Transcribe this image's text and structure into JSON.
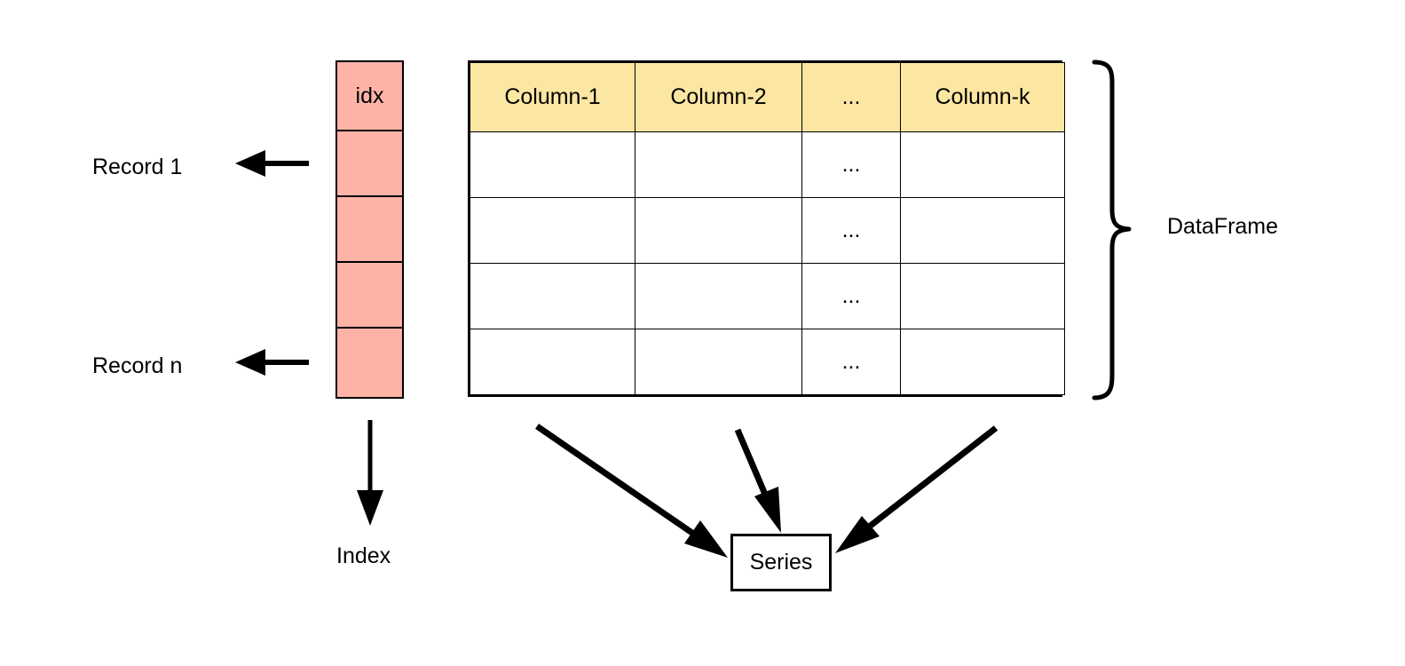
{
  "diagram": {
    "title_concepts": [
      "DataFrame",
      "Series",
      "Index"
    ],
    "index_column": {
      "header": "idx",
      "cells": [
        "",
        "",
        "",
        ""
      ],
      "fill_color": "#ffb3a7",
      "border_color": "#000000"
    },
    "table": {
      "headers": [
        "Column-1",
        "Column-2",
        "...",
        "Column-k"
      ],
      "header_fill": "#fbe6a2",
      "body_rows": [
        [
          "",
          "",
          "...",
          ""
        ],
        [
          "",
          "",
          "...",
          ""
        ],
        [
          "",
          "",
          "...",
          ""
        ],
        [
          "",
          "",
          "...",
          ""
        ]
      ],
      "border_color": "#000000",
      "body_fill": "#ffffff"
    },
    "labels": {
      "record_first": "Record 1",
      "record_last": "Record n",
      "index": "Index",
      "dataframe": "DataFrame",
      "series": "Series"
    },
    "annotations": {
      "record_first_arrow": "arrow pointing left from index column to Record 1 label",
      "record_last_arrow": "arrow pointing left from index column to Record n label",
      "index_arrow": "arrow pointing down from index column to Index label",
      "brace": "right curly brace grouping the table as DataFrame",
      "series_arrows": [
        "arrow from Column-1 down-right to Series",
        "arrow from Column-2 down to Series",
        "arrow from Column-k down-left to Series"
      ]
    }
  }
}
